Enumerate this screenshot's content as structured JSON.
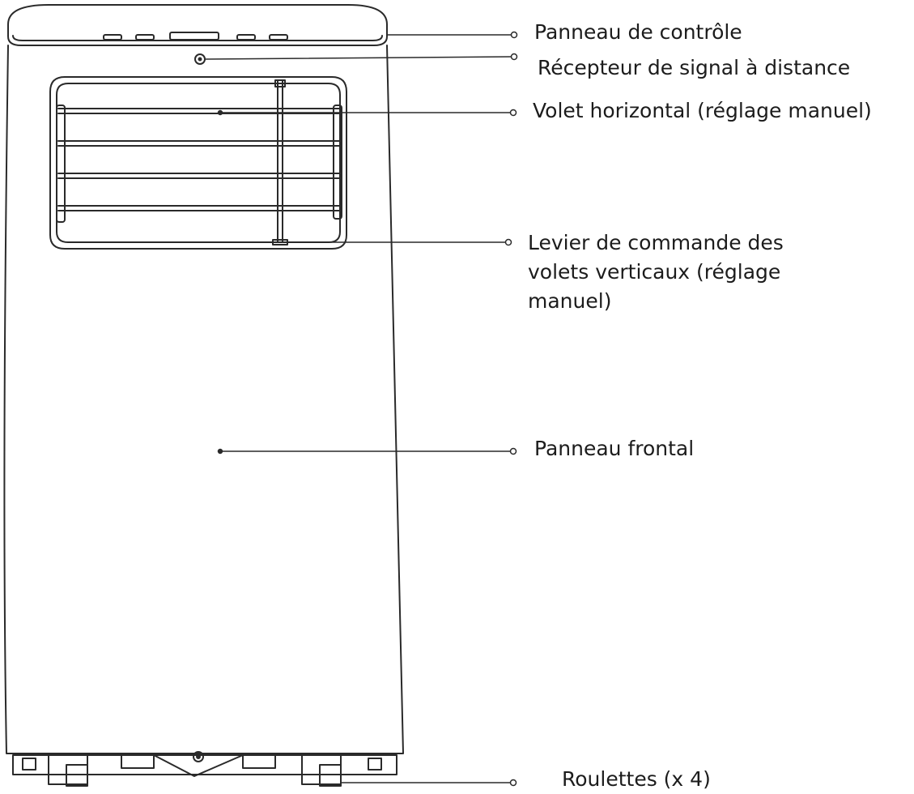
{
  "diagram": {
    "labels": {
      "control_panel": "Panneau de contrôle",
      "remote_receiver": "Récepteur de signal à distance",
      "horizontal_louver": "Volet horizontal (réglage manuel)",
      "vertical_louver_lever": "Levier de commande des\nvolets verticaux (réglage\nmanuel)",
      "front_panel": "Panneau frontal",
      "casters": "Roulettes (x 4)"
    },
    "colors": {
      "line": "#2a2a2a",
      "text": "#1c1c1c",
      "background": "#ffffff"
    }
  }
}
